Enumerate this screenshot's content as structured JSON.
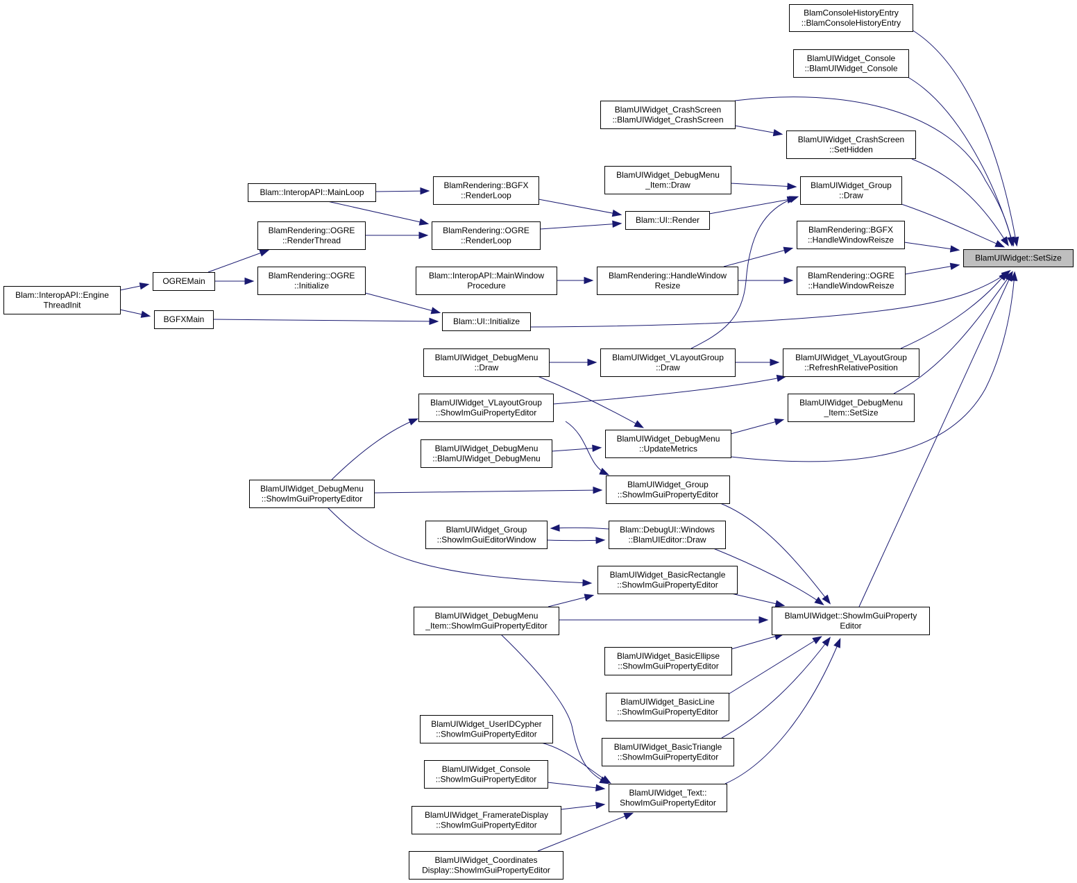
{
  "colors": {
    "edge": "#191970",
    "node_border": "#000000",
    "node_fill": "#ffffff",
    "root_fill": "#bfbfbf"
  },
  "nodes": {
    "setsize": {
      "lines": [
        "BlamUIWidget::SetSize"
      ],
      "root": true
    },
    "consolehist": {
      "lines": [
        "BlamConsoleHistoryEntry",
        "::BlamConsoleHistoryEntry"
      ]
    },
    "console_ctor": {
      "lines": [
        "BlamUIWidget_Console",
        "::BlamUIWidget_Console"
      ]
    },
    "crash_ctor": {
      "lines": [
        "BlamUIWidget_CrashScreen",
        "::BlamUIWidget_CrashScreen"
      ]
    },
    "crash_sethidden": {
      "lines": [
        "BlamUIWidget_CrashScreen",
        "::SetHidden"
      ]
    },
    "debugmenu_item_draw": {
      "lines": [
        "BlamUIWidget_DebugMenu",
        "_Item::Draw"
      ]
    },
    "group_draw": {
      "lines": [
        "BlamUIWidget_Group",
        "::Draw"
      ]
    },
    "mainloop": {
      "lines": [
        "Blam::InteropAPI::MainLoop"
      ]
    },
    "bgfx_renderloop": {
      "lines": [
        "BlamRendering::BGFX",
        "::RenderLoop"
      ]
    },
    "ui_render": {
      "lines": [
        "Blam::UI::Render"
      ]
    },
    "ogre_renderthread": {
      "lines": [
        "BlamRendering::OGRE",
        "::RenderThread"
      ]
    },
    "ogre_renderloop": {
      "lines": [
        "BlamRendering::OGRE",
        "::RenderLoop"
      ]
    },
    "bgfx_hwr": {
      "lines": [
        "BlamRendering::BGFX",
        "::HandleWindowReisze"
      ]
    },
    "ogremain": {
      "lines": [
        "OGREMain"
      ]
    },
    "ogre_initialize": {
      "lines": [
        "BlamRendering::OGRE",
        "::Initialize"
      ]
    },
    "mainwindowproc": {
      "lines": [
        "Blam::InteropAPI::MainWindow",
        "Procedure"
      ]
    },
    "handlewindowresize": {
      "lines": [
        "BlamRendering::HandleWindow",
        "Resize"
      ]
    },
    "ogre_hwr": {
      "lines": [
        "BlamRendering::OGRE",
        "::HandleWindowReisze"
      ]
    },
    "enginethreadinit": {
      "lines": [
        "Blam::InteropAPI::Engine",
        "ThreadInit"
      ]
    },
    "bgfxmain": {
      "lines": [
        "BGFXMain"
      ]
    },
    "ui_initialize": {
      "lines": [
        "Blam::UI::Initialize"
      ]
    },
    "debugmenu_draw": {
      "lines": [
        "BlamUIWidget_DebugMenu",
        "::Draw"
      ]
    },
    "vlayout_draw": {
      "lines": [
        "BlamUIWidget_VLayoutGroup",
        "::Draw"
      ]
    },
    "vlayout_refresh": {
      "lines": [
        "BlamUIWidget_VLayoutGroup",
        "::RefreshRelativePosition"
      ]
    },
    "vlayout_showim": {
      "lines": [
        "BlamUIWidget_VLayoutGroup",
        "::ShowImGuiPropertyEditor"
      ]
    },
    "debugmenu_item_setsize": {
      "lines": [
        "BlamUIWidget_DebugMenu",
        "_Item::SetSize"
      ]
    },
    "debugmenu_ctor": {
      "lines": [
        "BlamUIWidget_DebugMenu",
        "::BlamUIWidget_DebugMenu"
      ]
    },
    "debugmenu_updatemetrics": {
      "lines": [
        "BlamUIWidget_DebugMenu",
        "::UpdateMetrics"
      ]
    },
    "debugmenu_showim": {
      "lines": [
        "BlamUIWidget_DebugMenu",
        "::ShowImGuiPropertyEditor"
      ]
    },
    "group_showim": {
      "lines": [
        "BlamUIWidget_Group",
        "::ShowImGuiPropertyEditor"
      ]
    },
    "group_editorwindow": {
      "lines": [
        "BlamUIWidget_Group",
        "::ShowImGuiEditorWindow"
      ]
    },
    "uieditor_draw": {
      "lines": [
        "Blam::DebugUI::Windows",
        "::BlamUIEditor::Draw"
      ]
    },
    "basicrect_showim": {
      "lines": [
        "BlamUIWidget_BasicRectangle",
        "::ShowImGuiPropertyEditor"
      ]
    },
    "debugmenu_item_showim": {
      "lines": [
        "BlamUIWidget_DebugMenu",
        "_Item::ShowImGuiPropertyEditor"
      ]
    },
    "widget_showim": {
      "lines": [
        "BlamUIWidget::ShowImGuiProperty",
        "Editor"
      ]
    },
    "basicellipse_showim": {
      "lines": [
        "BlamUIWidget_BasicEllipse",
        "::ShowImGuiPropertyEditor"
      ]
    },
    "basicline_showim": {
      "lines": [
        "BlamUIWidget_BasicLine",
        "::ShowImGuiPropertyEditor"
      ]
    },
    "basictriangle_showim": {
      "lines": [
        "BlamUIWidget_BasicTriangle",
        "::ShowImGuiPropertyEditor"
      ]
    },
    "useridcypher_showim": {
      "lines": [
        "BlamUIWidget_UserIDCypher",
        "::ShowImGuiPropertyEditor"
      ]
    },
    "text_showim": {
      "lines": [
        "BlamUIWidget_Text::",
        "ShowImGuiPropertyEditor"
      ]
    },
    "console_showim": {
      "lines": [
        "BlamUIWidget_Console",
        "::ShowImGuiPropertyEditor"
      ]
    },
    "framerate_showim": {
      "lines": [
        "BlamUIWidget_FramerateDisplay",
        "::ShowImGuiPropertyEditor"
      ]
    },
    "coords_showim": {
      "lines": [
        "BlamUIWidget_Coordinates",
        "Display::ShowImGuiPropertyEditor"
      ]
    }
  },
  "edges": [
    [
      "consolehist",
      "setsize"
    ],
    [
      "console_ctor",
      "setsize"
    ],
    [
      "crash_ctor",
      "setsize"
    ],
    [
      "crash_ctor",
      "crash_sethidden"
    ],
    [
      "crash_sethidden",
      "setsize"
    ],
    [
      "group_draw",
      "setsize"
    ],
    [
      "debugmenu_item_draw",
      "group_draw"
    ],
    [
      "ui_render",
      "group_draw"
    ],
    [
      "vlayout_draw",
      "group_draw"
    ],
    [
      "mainloop",
      "bgfx_renderloop"
    ],
    [
      "mainloop",
      "ogre_renderloop"
    ],
    [
      "bgfx_renderloop",
      "ui_render"
    ],
    [
      "ogre_renderloop",
      "ui_render"
    ],
    [
      "ogre_renderthread",
      "ogre_renderloop"
    ],
    [
      "ogremain",
      "ogre_renderthread"
    ],
    [
      "ogremain",
      "ogre_initialize"
    ],
    [
      "enginethreadinit",
      "ogremain"
    ],
    [
      "enginethreadinit",
      "bgfxmain"
    ],
    [
      "bgfxmain",
      "ui_initialize"
    ],
    [
      "ogre_initialize",
      "ui_initialize"
    ],
    [
      "ui_initialize",
      "setsize"
    ],
    [
      "bgfx_hwr",
      "setsize"
    ],
    [
      "ogre_hwr",
      "setsize"
    ],
    [
      "handlewindowresize",
      "bgfx_hwr"
    ],
    [
      "handlewindowresize",
      "ogre_hwr"
    ],
    [
      "mainwindowproc",
      "handlewindowresize"
    ],
    [
      "debugmenu_draw",
      "vlayout_draw"
    ],
    [
      "debugmenu_draw",
      "debugmenu_updatemetrics"
    ],
    [
      "vlayout_draw",
      "vlayout_refresh"
    ],
    [
      "vlayout_refresh",
      "setsize"
    ],
    [
      "vlayout_showim",
      "vlayout_refresh"
    ],
    [
      "vlayout_showim",
      "group_showim"
    ],
    [
      "debugmenu_showim",
      "vlayout_showim"
    ],
    [
      "debugmenu_showim",
      "group_showim"
    ],
    [
      "debugmenu_showim",
      "basicrect_showim"
    ],
    [
      "debugmenu_item_setsize",
      "setsize"
    ],
    [
      "debugmenu_updatemetrics",
      "debugmenu_item_setsize"
    ],
    [
      "debugmenu_updatemetrics",
      "setsize"
    ],
    [
      "debugmenu_ctor",
      "debugmenu_updatemetrics"
    ],
    [
      "group_showim",
      "widget_showim"
    ],
    [
      "uieditor_draw",
      "group_editorwindow"
    ],
    [
      "group_editorwindow",
      "uieditor_draw"
    ],
    [
      "uieditor_draw",
      "widget_showim"
    ],
    [
      "basicrect_showim",
      "widget_showim"
    ],
    [
      "debugmenu_item_showim",
      "basicrect_showim"
    ],
    [
      "debugmenu_item_showim",
      "widget_showim"
    ],
    [
      "debugmenu_item_showim",
      "text_showim"
    ],
    [
      "widget_showim",
      "setsize"
    ],
    [
      "basicellipse_showim",
      "widget_showim"
    ],
    [
      "basicline_showim",
      "widget_showim"
    ],
    [
      "basictriangle_showim",
      "widget_showim"
    ],
    [
      "text_showim",
      "widget_showim"
    ],
    [
      "useridcypher_showim",
      "text_showim"
    ],
    [
      "console_showim",
      "text_showim"
    ],
    [
      "framerate_showim",
      "text_showim"
    ],
    [
      "coords_showim",
      "text_showim"
    ]
  ]
}
